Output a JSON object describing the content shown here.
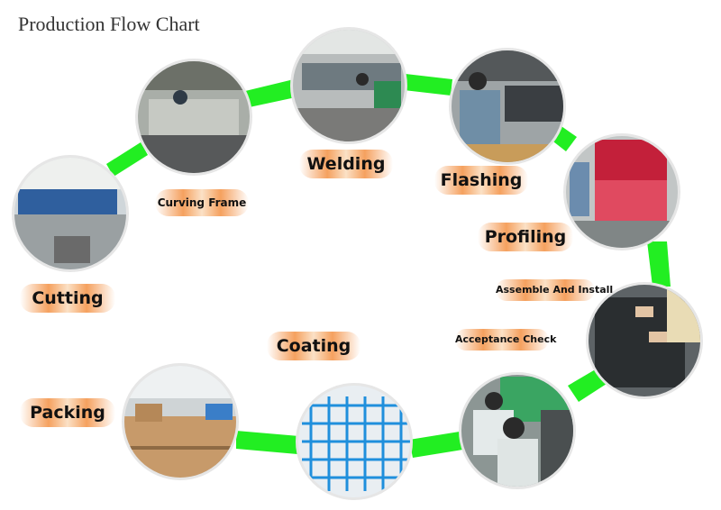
{
  "title": "Production Flow Chart",
  "colors": {
    "connector": "#22ee22",
    "label_accent": "#f5a15f",
    "ring": "#e8e8e8"
  },
  "steps": [
    {
      "label": "Cutting"
    },
    {
      "label": "Curving  Frame"
    },
    {
      "label": "Welding"
    },
    {
      "label": "Flashing"
    },
    {
      "label": "Profiling"
    },
    {
      "label": "Assemble And Install"
    },
    {
      "label": "Acceptance Check"
    },
    {
      "label": "Coating"
    },
    {
      "label": "Packing"
    }
  ]
}
